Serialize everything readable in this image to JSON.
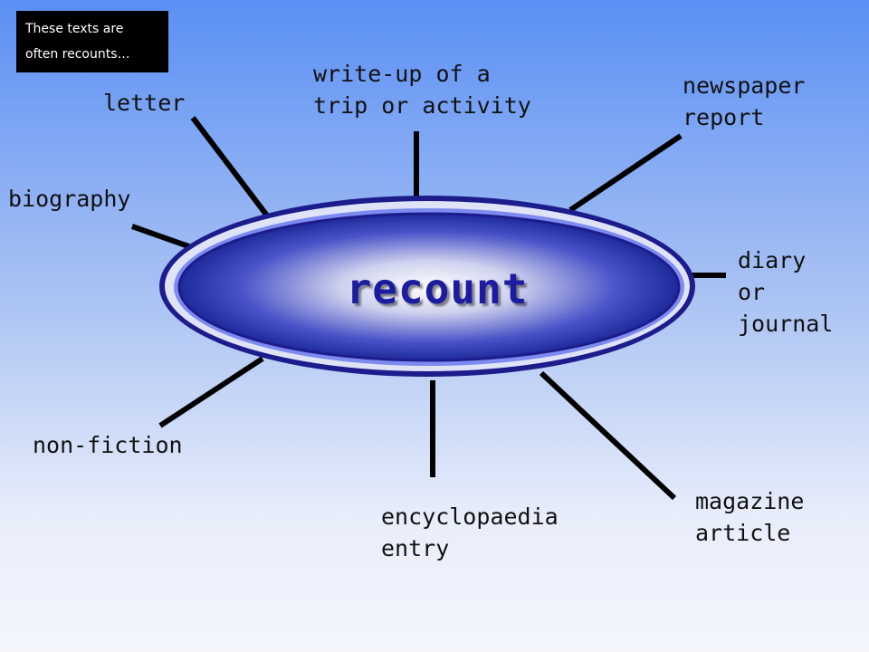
{
  "note": "These texts are\noften recounts…",
  "center": "recount",
  "labels": {
    "letter": "letter",
    "biography": "biography",
    "write_up": "write-up of a\ntrip or activity",
    "newspaper": "newspaper\nreport",
    "diary": "diary\nor\njournal",
    "non_fiction": "non-fiction",
    "encyclopaedia": "encyclopaedia\nentry",
    "magazine": "magazine\narticle"
  },
  "colors": {
    "outer_ellipse": "#1c1c8c",
    "inner_ring": "#7d8bf0",
    "center_text": "#1c1ca0"
  }
}
